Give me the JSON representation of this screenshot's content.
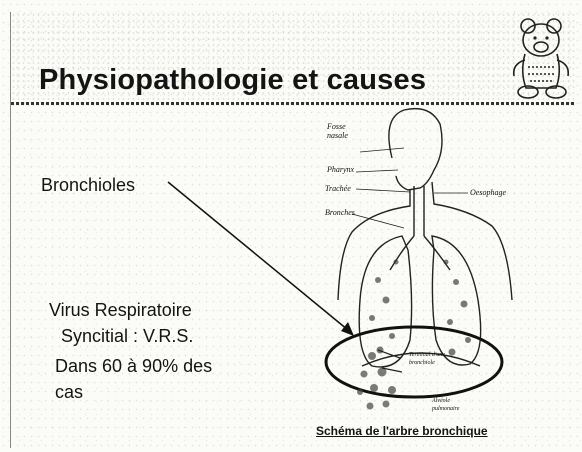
{
  "slide": {
    "title": "Physiopathologie et causes",
    "bronchioles": "Bronchioles",
    "virus_line1": "Virus Respiratoire",
    "virus_line2": "Syncitial : V.R.S.",
    "stat_line1": "Dans 60 à 90% des",
    "stat_line2": "cas",
    "mascot_icon": "teddy-bear-icon"
  },
  "diagram": {
    "labels": {
      "fosse_nasale_1": "Fosse",
      "fosse_nasale_2": "nasale",
      "pharynx": "Pharynx",
      "trachee": "Trachée",
      "bronches": "Bronches",
      "oesophage": "Oesophage",
      "terminal_1": "Terminal d'une",
      "terminal_2": "bronchiole",
      "alveole_1": "Alvéole",
      "alveole_2": "pulmonaire"
    },
    "caption": "Schéma de l'arbre bronchique"
  }
}
